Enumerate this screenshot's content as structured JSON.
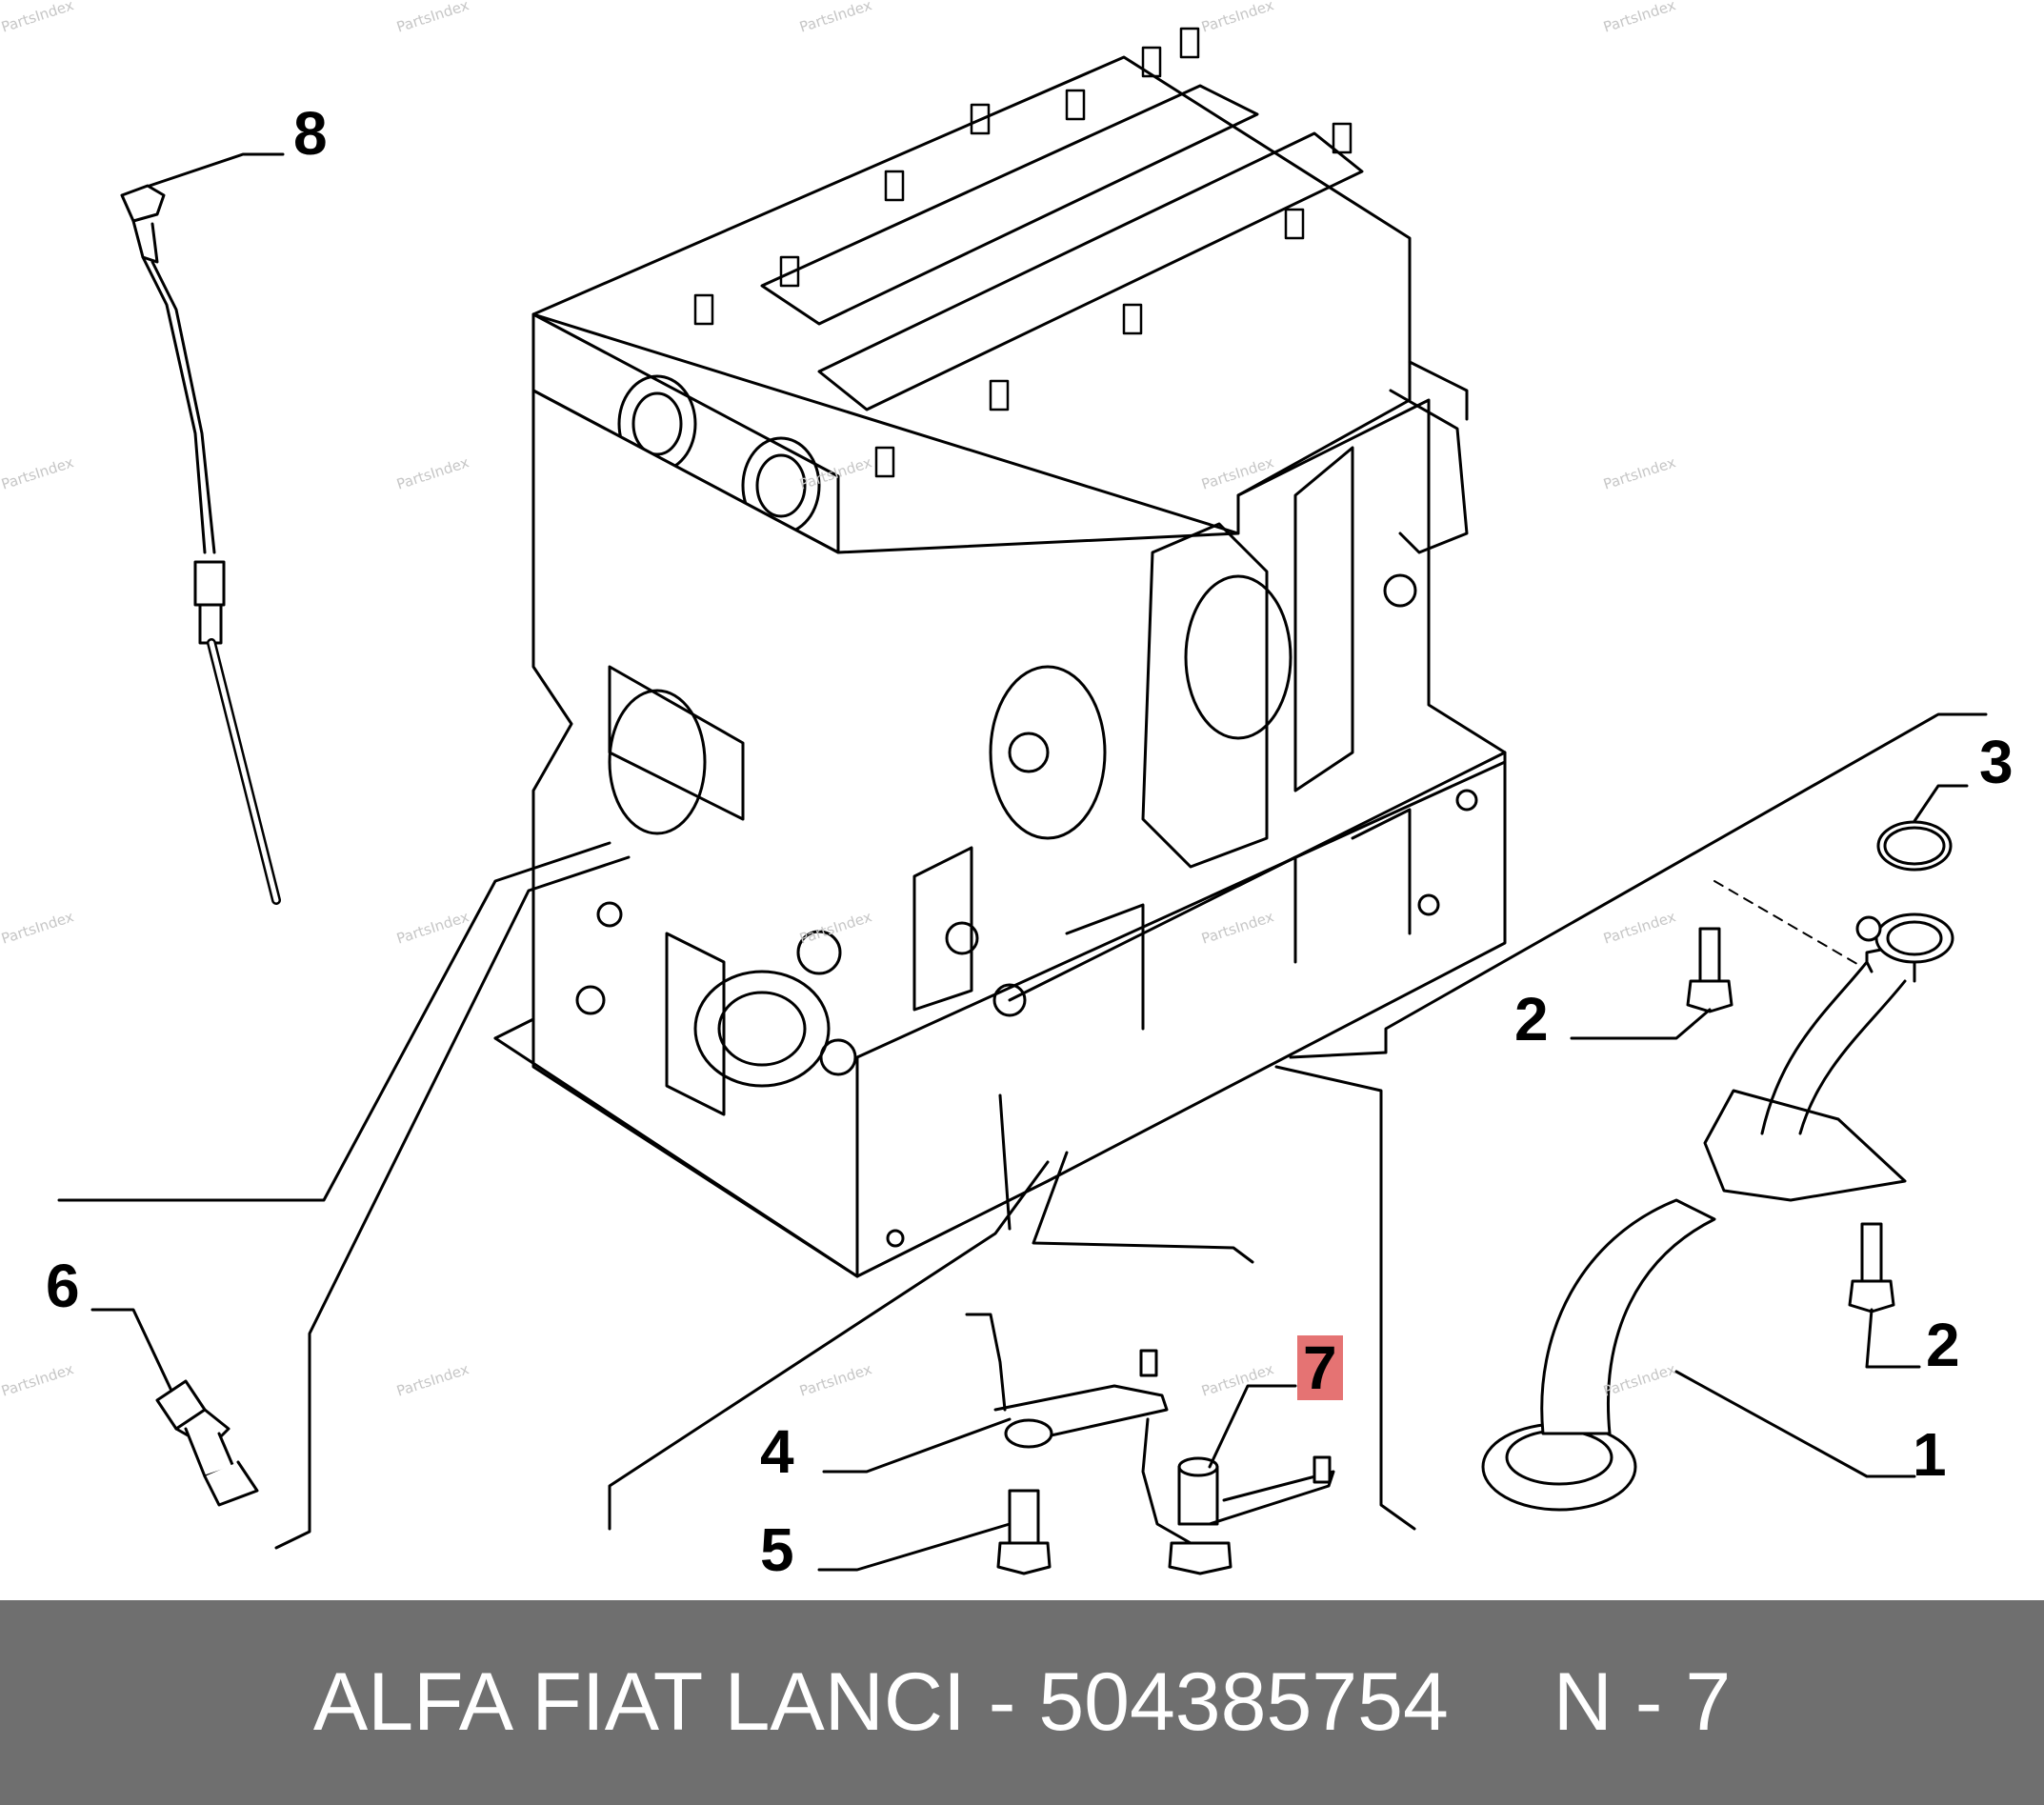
{
  "callouts": {
    "c1": "1",
    "c2a": "2",
    "c2b": "2",
    "c3": "3",
    "c4": "4",
    "c5": "5",
    "c6": "6",
    "c7": "7",
    "c8": "8"
  },
  "highlight_color": "#e57373",
  "watermark": "PartsIndex",
  "footer": {
    "brand_part": "ALFA FIAT LANCI - 504385754",
    "ref": "N - 7"
  },
  "colors": {
    "footer_bg": "#6f6f6f",
    "footer_text": "#ffffff"
  }
}
